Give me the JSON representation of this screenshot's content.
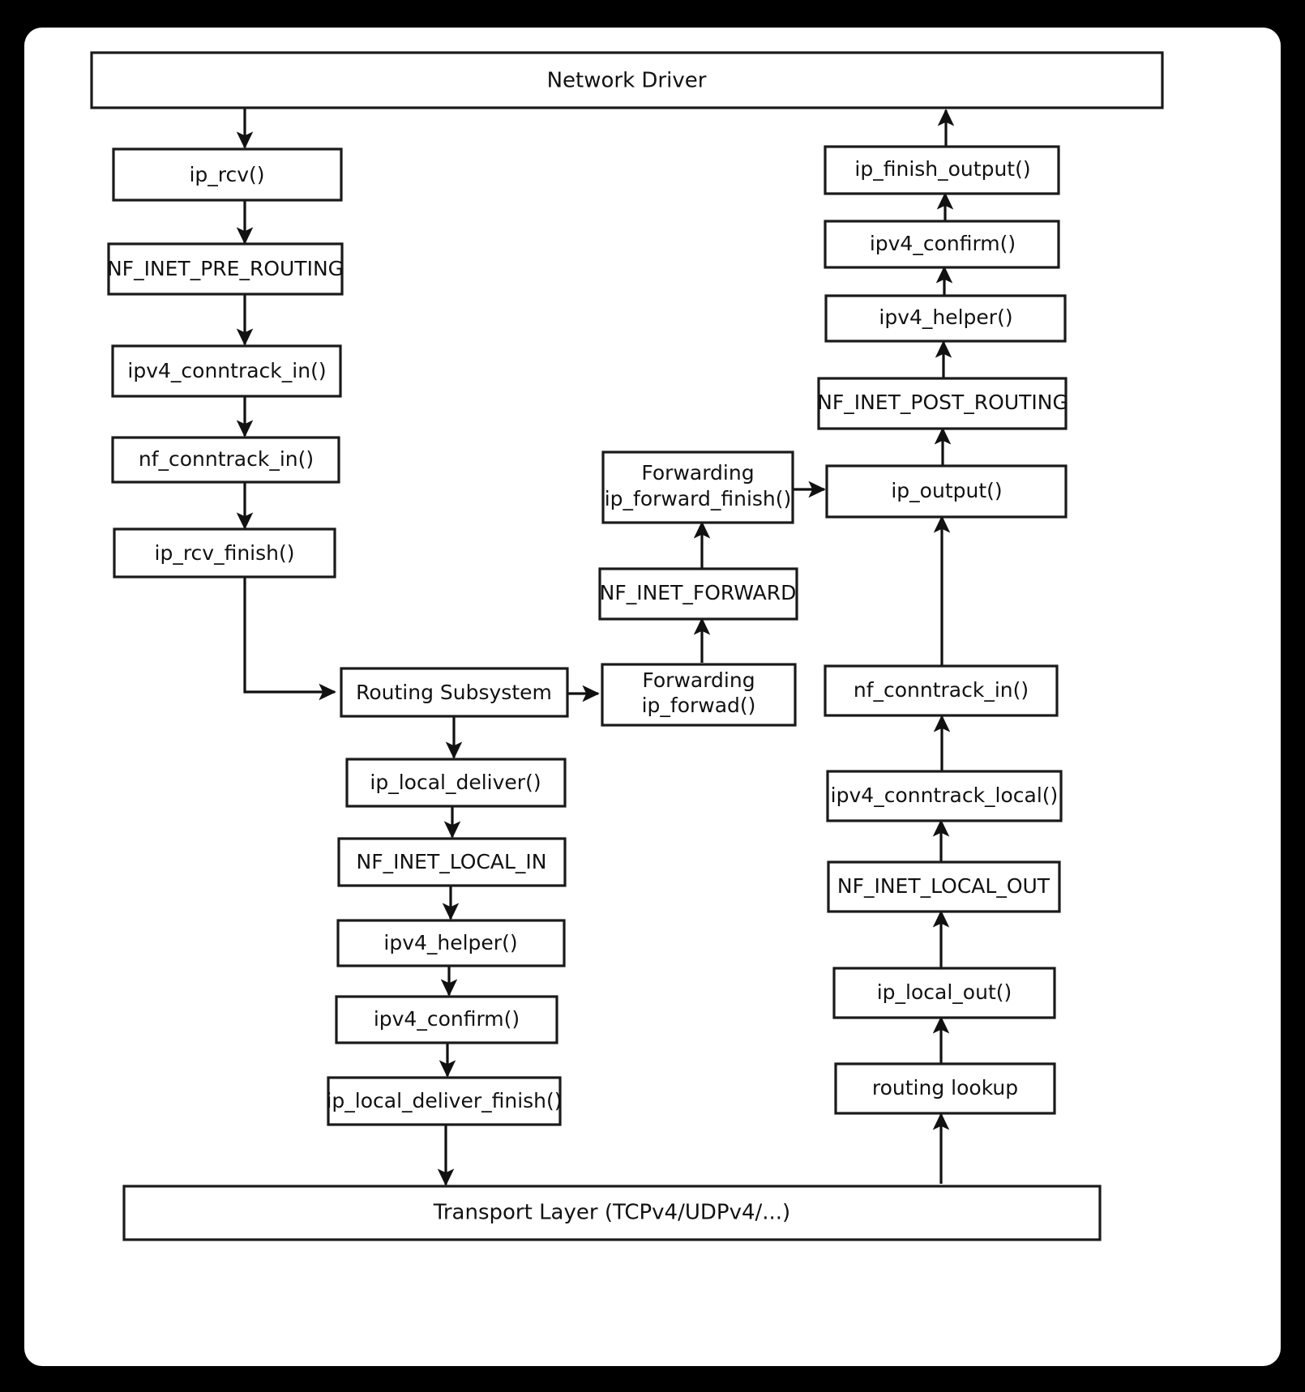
{
  "diagram": {
    "title": "Linux IPv4 Netfilter Packet Flow",
    "background_color": "#000000",
    "canvas_color": "#ffffff",
    "node_fill": "#ffffff",
    "node_stroke": "#1a1a1a",
    "edge_color": "#111111"
  },
  "nodes": {
    "network_driver": "Network Driver",
    "ip_rcv": "ip_rcv()",
    "nf_inet_pre_routing": "NF_INET_PRE_ROUTING",
    "ipv4_conntrack_in": "ipv4_conntrack_in()",
    "nf_conntrack_in_left": "nf_conntrack_in()",
    "ip_rcv_finish": "ip_rcv_finish()",
    "routing_subsystem": "Routing Subsystem",
    "ip_local_deliver": "ip_local_deliver()",
    "nf_inet_local_in": "NF_INET_LOCAL_IN",
    "ipv4_helper_center": "ipv4_helper()",
    "ipv4_confirm_center": "ipv4_confirm()",
    "ip_local_deliver_finish": "ip_local_deliver_finish()",
    "transport_layer": "Transport Layer (TCPv4/UDPv4/...)",
    "forwarding_ip_forwad_line1": "Forwarding",
    "forwarding_ip_forwad_line2": "ip_forwad()",
    "nf_inet_forward": "NF_INET_FORWARD",
    "forwarding_ip_forward_finish_line1": "Forwarding",
    "forwarding_ip_forward_finish_line2": "ip_forward_finish()",
    "ip_finish_output": "ip_finish_output()",
    "ipv4_confirm_right": "ipv4_confirm()",
    "ipv4_helper_right": "ipv4_helper()",
    "nf_inet_post_routing": "NF_INET_POST_ROUTING",
    "ip_output": "ip_output()",
    "nf_conntrack_in_right": "nf_conntrack_in()",
    "ipv4_conntrack_local": "ipv4_conntrack_local()",
    "nf_inet_local_out": "NF_INET_LOCAL_OUT",
    "ip_local_out": "ip_local_out()",
    "routing_lookup": "routing lookup"
  }
}
